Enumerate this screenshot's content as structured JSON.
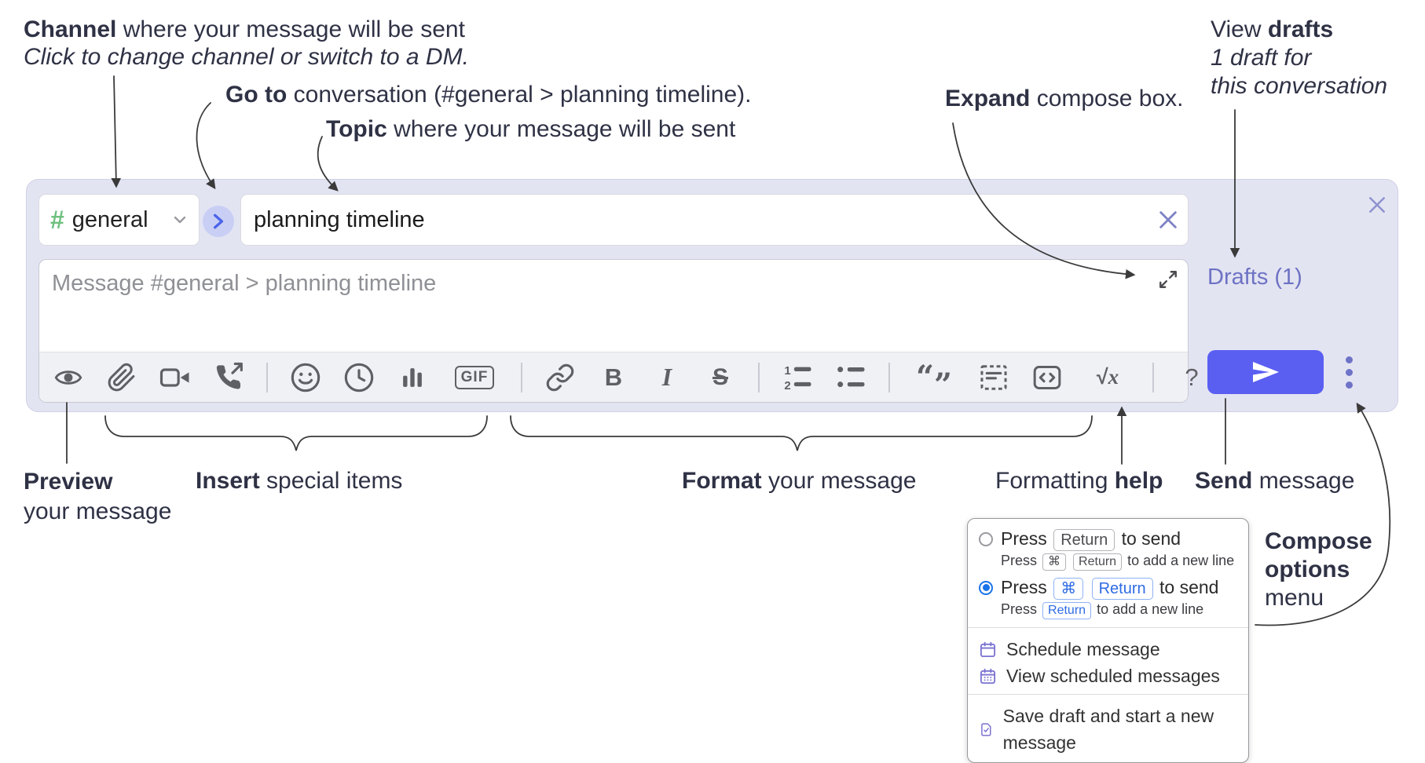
{
  "annotations": {
    "channel": {
      "bold": "Channel",
      "rest": " where your message will be sent",
      "line2": "Click to change channel or switch to a DM."
    },
    "goto": {
      "bold": "Go to",
      "rest": " conversation (#general > planning timeline)."
    },
    "topic": {
      "bold": "Topic",
      "rest": " where your message will be sent"
    },
    "expand": {
      "bold": "Expand",
      "rest": " compose box."
    },
    "view_drafts": {
      "pre": "View ",
      "bold": "drafts",
      "line2": "1 draft for",
      "line3": "this conversation"
    },
    "preview": {
      "bold": "Preview",
      "line2": "your message"
    },
    "insert": {
      "bold": "Insert",
      "rest": " special items"
    },
    "format": {
      "bold": "Format",
      "rest": " your message"
    },
    "formatting_help": {
      "pre": "Formatting ",
      "bold": "help"
    },
    "send": {
      "bold": "Send",
      "rest": " message"
    },
    "compose_options": {
      "line1": "Compose",
      "line2": "options",
      "line3": "menu"
    }
  },
  "compose": {
    "channel_hash": "#",
    "channel_name": "general",
    "topic_value": "planning timeline",
    "message_placeholder": "Message #general > planning timeline",
    "drafts_label": "Drafts (1)"
  },
  "toolbar": {
    "gif": "GIF",
    "bold": "B",
    "italic": "I",
    "strike": "S",
    "quote_open": "“",
    "quote_close": "”",
    "math_root": "√",
    "math_x": "x",
    "help": "?"
  },
  "popup": {
    "option1": {
      "press": "Press",
      "key": "Return",
      "tail": "to send",
      "sub_press": "Press",
      "sub_key1": "⌘",
      "sub_key2": "Return",
      "sub_tail": "to add a new line"
    },
    "option2": {
      "press": "Press",
      "key1": "⌘",
      "key2": "Return",
      "tail": "to send",
      "sub_press": "Press",
      "sub_key": "Return",
      "sub_tail": "to add a new line"
    },
    "items": [
      "Schedule message",
      "View scheduled messages",
      "Save draft and start a new message"
    ]
  },
  "colors": {
    "accent_send": "#5a5ff2",
    "lavender_bg": "#e3e4f2",
    "drafts_link": "#6d72c3",
    "channel_hash_green": "#6ec07f",
    "key_blue": "#2e6be4",
    "radio_selected": "#1a73e8"
  }
}
